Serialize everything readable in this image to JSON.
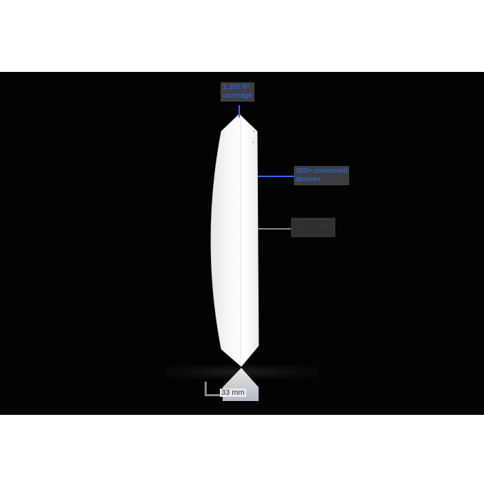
{
  "scene": {
    "background_outer": "#ffffff",
    "background_band": "#030303",
    "device_color": "#f4f4f4",
    "accent_color": "#2f6df6"
  },
  "callouts": {
    "top": {
      "line1": "1,250 ft²",
      "line2": "coverage",
      "color": "#2f6df6"
    },
    "right_upper": {
      "line1": "300+ connected",
      "line2": "devices",
      "color": "#2f6df6"
    },
    "right_lower": {
      "line1": "[unreadable]",
      "line2": "[unreadable]",
      "color": "#8a8a8a"
    }
  },
  "dimension": {
    "label": "33 mm"
  }
}
